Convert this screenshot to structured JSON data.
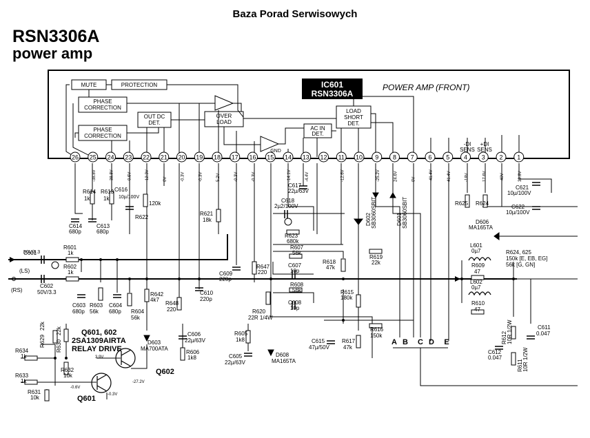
{
  "header": "Baza Porad Serwisowych",
  "title": {
    "line1": "RSN3306A",
    "line2": "power amp"
  },
  "ic": {
    "ref": "IC601",
    "part": "RSN3306A",
    "note": "POWER AMP (FRONT)"
  },
  "blocks": {
    "mute": "MUTE",
    "protection": "PROTECTION",
    "phase1a": "PHASE",
    "phase1b": "CORRECTION",
    "phase2a": "PHASE",
    "phase2b": "CORRECTION",
    "outdc_a": "OUT DC",
    "outdc_b": "DET.",
    "over_a": "OVER",
    "over_b": "LOAD",
    "load_a": "LOAD",
    "load_b": "SHORT",
    "load_c": "DET.",
    "acin_a": "AC IN",
    "acin_b": "DET.",
    "gnd": "GND",
    "di_minus": "-DI",
    "di_plus": "+DI",
    "sens1": "SENS",
    "sens2": "SENS"
  },
  "pins": [
    "26",
    "25",
    "24",
    "23",
    "22",
    "21",
    "20",
    "19",
    "18",
    "17",
    "16",
    "15",
    "14",
    "13",
    "12",
    "11",
    "10",
    "9",
    "8",
    "7",
    "6",
    "5",
    "4",
    "3",
    "2",
    "1"
  ],
  "pin_voltages": [
    "",
    "-38.8V",
    "-38.8V",
    "-0.6V",
    "-12.3V",
    "0V",
    "-0.3V",
    "-0.3V",
    "5.2V",
    "-0.3V",
    "-0.3V",
    "",
    "-14.1V",
    "-4.4V",
    "",
    "-12.6V",
    "",
    "-25.2V",
    "24.6V",
    "0V",
    "-41.4V",
    "41.4V",
    "-18V",
    "17.6V",
    "-40V",
    "39.8V"
  ],
  "components": {
    "r614": "R614",
    "r614v": "1k",
    "r613": "R613",
    "r613v": "1k",
    "c616": "C616",
    "c616v": "10µ/100V",
    "r622": "R622",
    "r622v": "120k",
    "c614": "C614",
    "c614v": "680p",
    "c613": "C613",
    "c613v": "680p",
    "r621": "R621",
    "r621v": "18k",
    "c617": "C617",
    "c617v": "22µ/63V",
    "c618": "C618",
    "c618v": "2µ2/100V",
    "r623": "R623",
    "r623v": "680k",
    "r607": "R607",
    "r607v": "56k",
    "c607": "C607",
    "c607v": "10p",
    "r608": "R608",
    "r608v": "56k",
    "c608": "C608",
    "c608v": "10p",
    "r618": "R618",
    "r618v": "47k",
    "r619": "R619",
    "r619v": "22k",
    "r615": "R615",
    "r615v": "180k",
    "r616": "R616",
    "r616v": "150k",
    "r617": "R617",
    "r617v": "47k",
    "c615": "C615",
    "c615v": "47µ/50V",
    "d602": "D602",
    "d602v": "SB3060SBIT",
    "d601": "D601",
    "d601v": "SB3060SBIT",
    "r625": "R625",
    "r624": "R624",
    "r624note": "R624, 625",
    "r624note2": "150k [E, EB, EG]",
    "r624note3": "56k  [G, GN]",
    "d606": "D606",
    "d606v": "MA165TA",
    "c621": "C621",
    "c621v": "10µ/100V",
    "c622": "C622",
    "c622v": "10µ/100V",
    "l601": "L601",
    "l601v": "0µ7",
    "r609": "R609",
    "r609v": "47",
    "l602": "L602",
    "l602v": "0µ7",
    "r610": "R610",
    "r610v": "47",
    "r612": "R612",
    "r612v": "10R 1/2W",
    "c611": "C611",
    "c611v": "0.047",
    "c612": "C612",
    "c612v": "0.047",
    "r611": "R611",
    "r611v": "10R 1/2W",
    "c601": "C601",
    "c601v": "50V/3.3",
    "c602": "C602",
    "c602v": "50V/3.3",
    "r601": "R601",
    "r601v": "1k",
    "r602": "R602",
    "r602v": "1k",
    "ls": "(LS)",
    "rs": "(RS)",
    "c603": "C603",
    "c603v": "680p",
    "r603": "R603",
    "r603v": "56k",
    "c604": "C604",
    "c604v": "680p",
    "r604": "R604",
    "r604v": "56k",
    "c609": "C609",
    "c609v": "220p",
    "c610": "C610",
    "c610v": "220p",
    "r647": "R647",
    "r647v": "220",
    "r648": "R648",
    "r648v": "220",
    "r642": "R642",
    "r642v": "4k7",
    "r620": "R620",
    "r620v": "22R 1/4W",
    "c606": "C606",
    "c606v": "22µ/63V",
    "r606": "R606",
    "r606v": "1k8",
    "r605": "R605",
    "r605v": "1k8",
    "c605": "C605",
    "c605v": "22µ/63V",
    "d608": "D608",
    "d608v": "MA165TA",
    "d603": "D603",
    "d603v": "MA700ATA",
    "q602": "Q602",
    "q601": "Q601",
    "qnote1": "Q601, 602",
    "qnote2": "2SA1309AIRTA",
    "qnote3": "RELAY DRIVE",
    "r634": "R634",
    "r634v": "1k",
    "r629": "R629",
    "r629v": "22k",
    "r630": "R630",
    "r630v": "22k",
    "r632": "R632",
    "r632v": "10k",
    "r633": "R633",
    "r633v": "1k",
    "r631": "R631",
    "r631v": "10k",
    "v39": "3.9V",
    "v06": "-0.6V",
    "v272": "-27.2V",
    "v03": "-0.3V"
  },
  "outputs": [
    "A",
    "B",
    "C",
    "D",
    "E"
  ]
}
